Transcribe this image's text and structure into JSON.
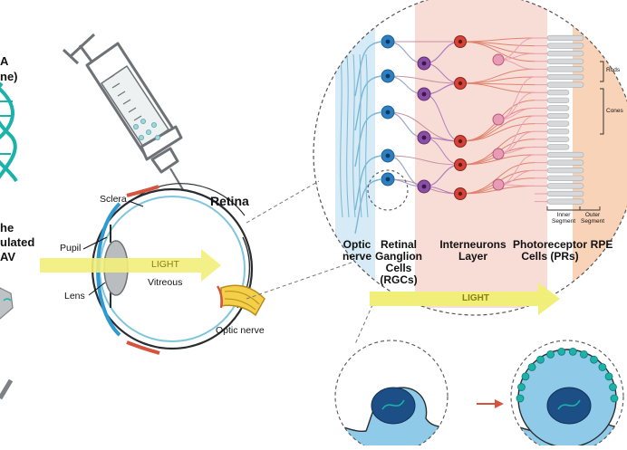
{
  "left_panel": {
    "frag_a": "A",
    "frag_ne": "ne)",
    "frag_he": "he",
    "frag_ulated": "ulated",
    "frag_av": "AV"
  },
  "eye": {
    "sclera": "Sclera",
    "pupil": "Pupil",
    "lens": "Lens",
    "vitreous": "Vitreous",
    "light": "LIGHT",
    "retina": "Retina",
    "optic_nerve": "Optic nerve"
  },
  "retina_layers": {
    "optic_nerve_l1": "Optic",
    "optic_nerve_l2": "nerve",
    "rgc_l1": "Retinal",
    "rgc_l2": "Ganglion",
    "rgc_l3": "Cells",
    "rgc_l4": "(RGCs)",
    "inter_l1": "Interneurons",
    "inter_l2": "Layer",
    "pr_l1": "Photoreceptor",
    "pr_l2": "Cells (PRs)",
    "rpe": "RPE",
    "rods": "Rods",
    "cones": "Cones",
    "inner_seg_l1": "Inner",
    "inner_seg_l2": "Segment",
    "outer_seg_l1": "Outer",
    "outer_seg_l2": "Segment",
    "light": "LIGHT"
  },
  "colors": {
    "optic_band": "#d6ebf6",
    "inter_band": "#f8ddd6",
    "rpe_band": "#f9d3b8",
    "rgc_blue": "#2e7fbf",
    "interneuron_purple": "#8a4fa3",
    "interneuron_red": "#d2443a",
    "photoreceptor_pink": "#e89bb5",
    "light_arrow": "#f2ee7a",
    "dna_teal": "#1bb3a9",
    "cell_blue": "#8fcbe8"
  }
}
